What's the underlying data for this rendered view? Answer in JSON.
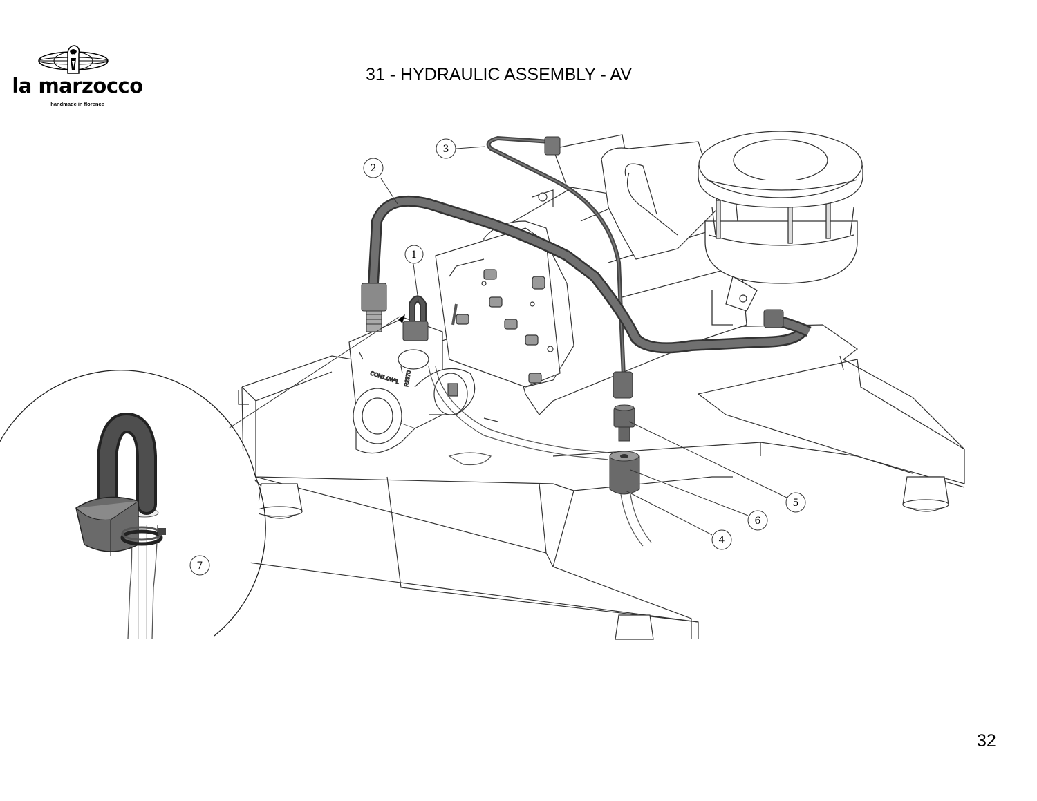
{
  "brand": {
    "name": "la marzocco",
    "tagline": "handmade in florence"
  },
  "title": "31 - HYDRAULIC ASSEMBLY - AV",
  "page_number": "32",
  "valve_markings": [
    "CON1.0W²L",
    "R2970"
  ],
  "callouts": [
    "1",
    "2",
    "3",
    "4",
    "5",
    "6",
    "7"
  ],
  "colors": {
    "hose_dark": "#555555",
    "outline": "#333333",
    "fitting": "#6e6e6e"
  }
}
